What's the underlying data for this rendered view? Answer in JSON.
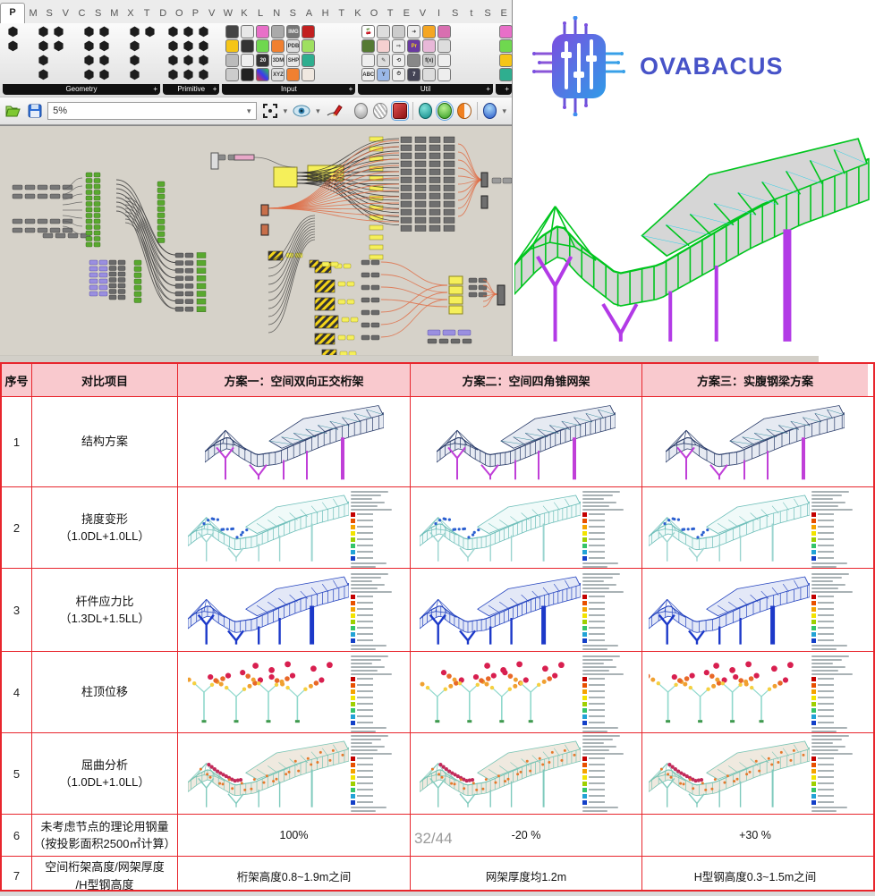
{
  "window": {
    "tabs": [
      "P",
      "M",
      "S",
      "V",
      "C",
      "S",
      "M",
      "X",
      "T",
      "D",
      "O",
      "P",
      "V",
      "W",
      "K",
      "L",
      "N",
      "S",
      "A",
      "H",
      "T",
      "K",
      "O",
      "T",
      "E",
      "V",
      "I",
      "S",
      "t",
      "S",
      "E"
    ],
    "active_tab": "P",
    "palette_groups": [
      {
        "label": "Geometry"
      },
      {
        "label": "Primitive"
      },
      {
        "label": "Input"
      },
      {
        "label": "Util"
      }
    ],
    "input_badges": [
      "IMG",
      "PDB",
      "20",
      "3DM",
      "SHP",
      "XYZ"
    ],
    "util_badges": [
      "ABC",
      "Pr",
      "f(x)",
      "7"
    ],
    "toolbar": {
      "zoom_value": "5%"
    }
  },
  "logo": {
    "text": "OVABACUS"
  },
  "page_indicator": "32/44",
  "table": {
    "headers": [
      "序号",
      "对比项目",
      "方案一：空间双向正交桁架",
      "方案二：空间四角锥网架",
      "方案三：实腹钢梁方案"
    ],
    "rows": [
      {
        "no": "1",
        "label": "结构方案",
        "sub": "",
        "kind": "struct"
      },
      {
        "no": "2",
        "label": "挠度变形",
        "sub": "（1.0DL+1.0LL）",
        "kind": "defl"
      },
      {
        "no": "3",
        "label": "杆件应力比",
        "sub": "（1.3DL+1.5LL）",
        "kind": "stress"
      },
      {
        "no": "4",
        "label": "柱顶位移",
        "sub": "",
        "kind": "trees"
      },
      {
        "no": "5",
        "label": "屈曲分析",
        "sub": "（1.0DL+1.0LL）",
        "kind": "buckle"
      },
      {
        "no": "6",
        "label": "未考虑节点的理论用钢量",
        "sub": "（按投影面积2500㎡计算）",
        "kind": "text",
        "values": [
          "100%",
          "-20 %",
          "+30 %"
        ]
      },
      {
        "no": "7",
        "label": "空间桁架高度/网架厚度",
        "sub": "/H型钢高度",
        "kind": "text",
        "values": [
          "桁架高度0.8~1.9m之间",
          "网架厚度均1.2m",
          "H型钢高度0.3~1.5m之间"
        ]
      }
    ]
  },
  "colors": {
    "table_border": "#e8262d",
    "header_bg": "#f9c9ce",
    "canvas_bg": "#d6d2c9",
    "model_green": "#00c51e",
    "model_cyan": "#2fd0e8",
    "model_purple": "#b23ae6",
    "logo_blue": "#4753c8",
    "wire_orange": "#e06a42",
    "legend_ramp": [
      "#c40000",
      "#e85000",
      "#f5a300",
      "#f2e300",
      "#9fd000",
      "#35c46a",
      "#22a3d6",
      "#1440c8"
    ]
  }
}
